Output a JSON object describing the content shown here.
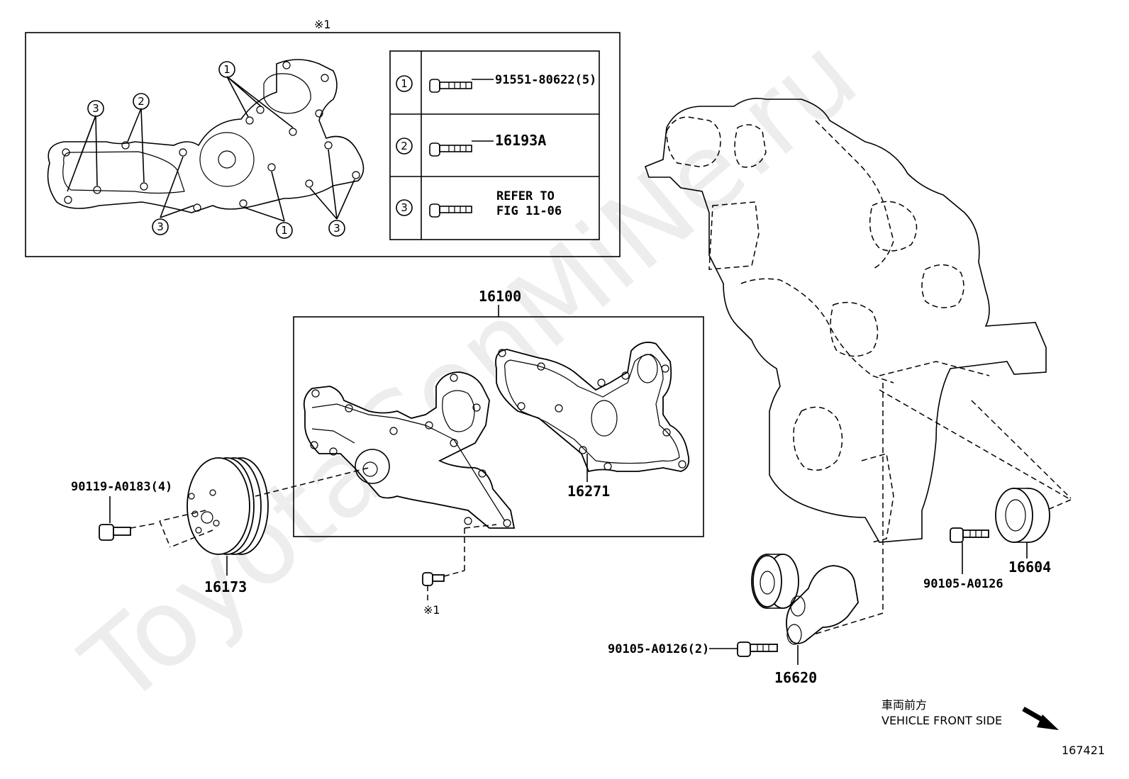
{
  "watermark": "ToyotaCenMiNe.ru",
  "inset": {
    "ref_mark": "※1",
    "callouts": [
      "1",
      "2",
      "3"
    ],
    "bolt_table": [
      {
        "key": "1",
        "value": "91551-80622(5)"
      },
      {
        "key": "2",
        "value": "16193A"
      },
      {
        "key": "3",
        "value_line1": "REFER TO",
        "value_line2": "FIG 11-06"
      }
    ]
  },
  "parts": {
    "water_pump_assy": "16100",
    "gasket": "16271",
    "pulley": "16173",
    "pulley_bolt": "90119-A0183(4)",
    "pump_bolt_ref": "※1",
    "idler_pulley": "16604",
    "idler_bolt": "90105-A0126",
    "tensioner": "16620",
    "tensioner_bolt": "90105-A0126(2)"
  },
  "direction": {
    "japanese": "車両前方",
    "english": "VEHICLE FRONT SIDE"
  },
  "figure_number": "167421"
}
